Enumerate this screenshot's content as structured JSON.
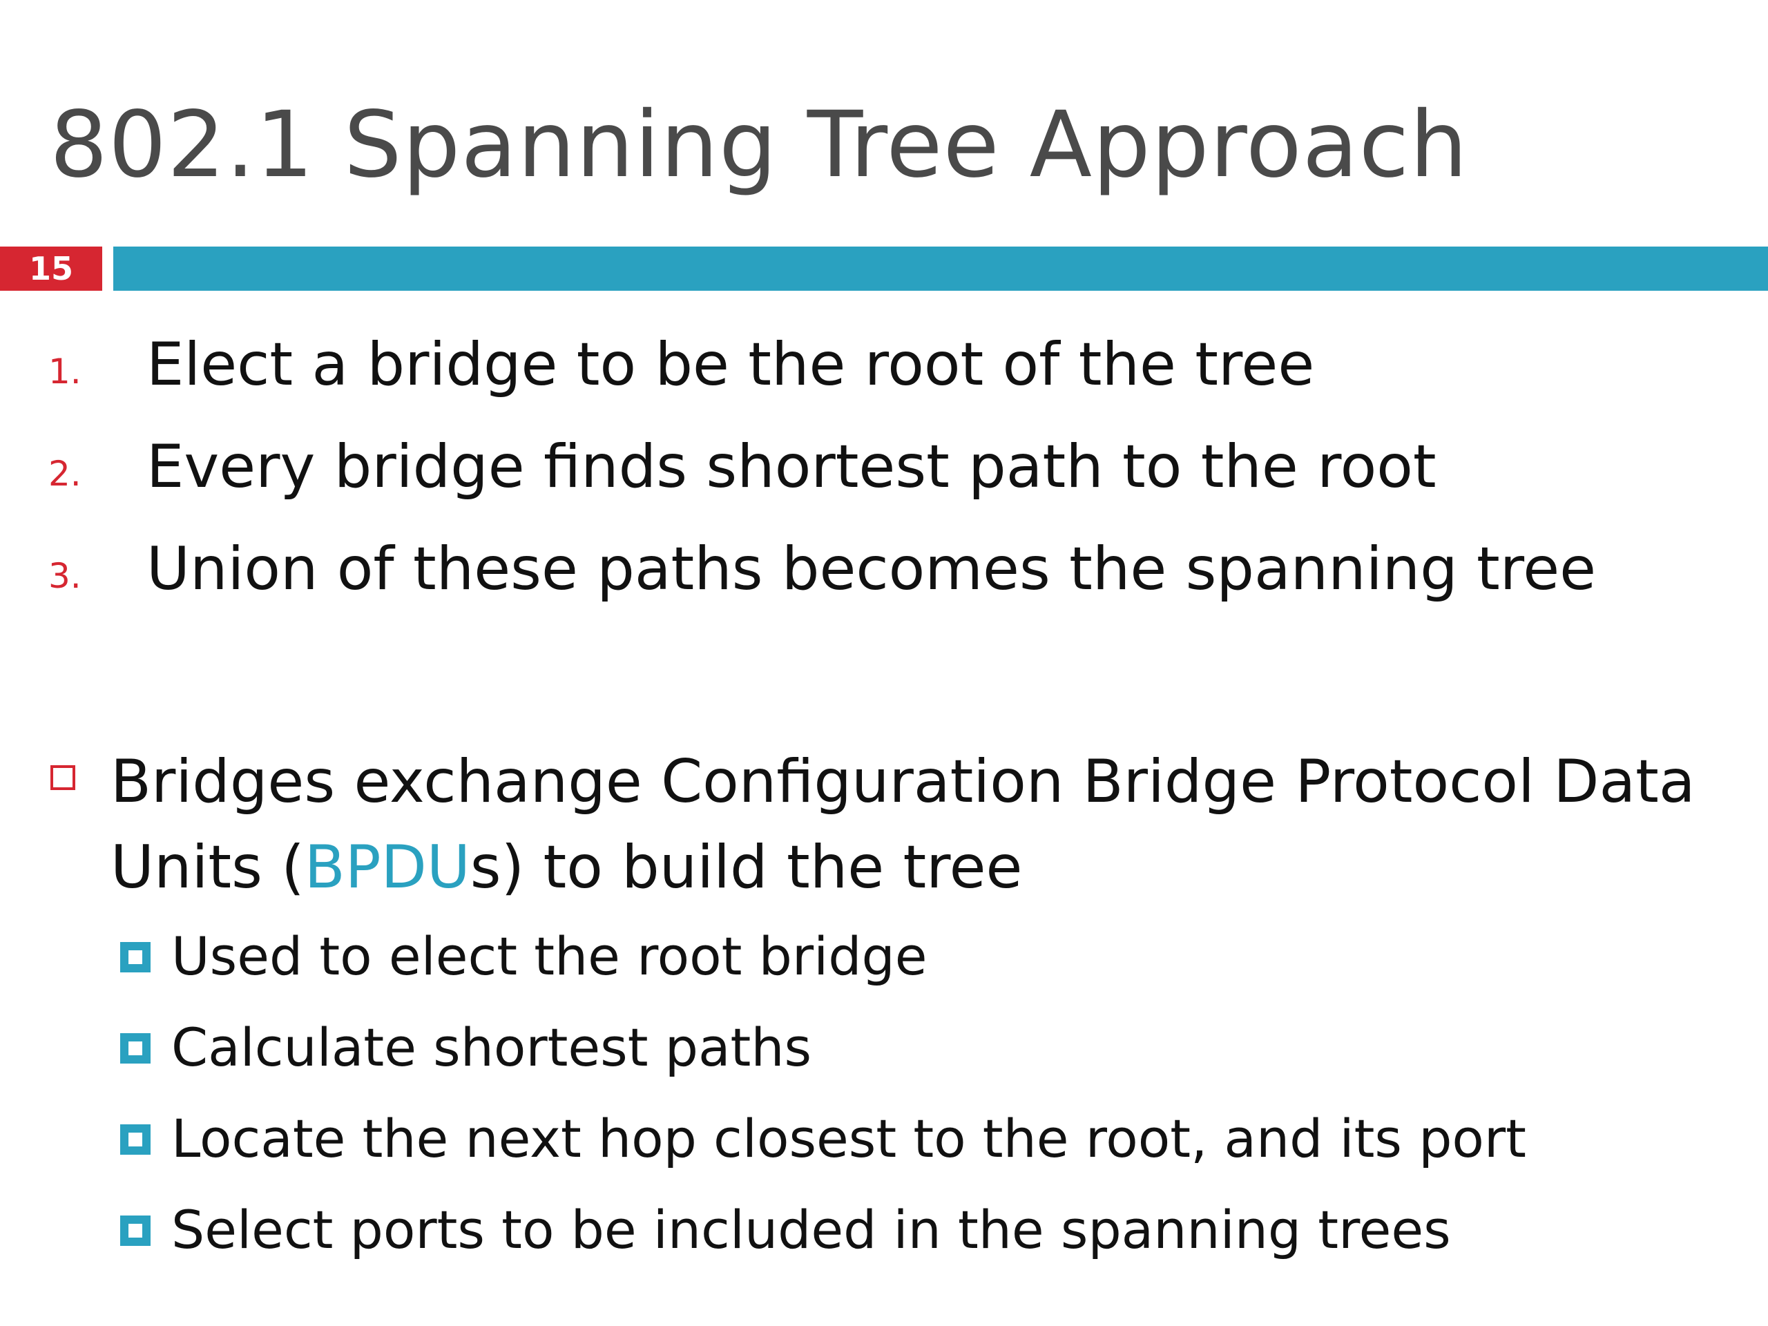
{
  "slide": {
    "title": "802.1 Spanning Tree Approach",
    "number": "15",
    "colors": {
      "accent_red": "#d62631",
      "accent_teal": "#2aa1c0",
      "title_gray": "#4a4a4a"
    }
  },
  "steps": [
    {
      "marker": "1.",
      "text": "Elect a bridge to be the root of the tree"
    },
    {
      "marker": "2.",
      "text": "Every bridge finds shortest path to the root"
    },
    {
      "marker": "3.",
      "text": "Union of these paths becomes the spanning tree"
    }
  ],
  "main_bullet": {
    "icon": "hollow-square-bullet-icon",
    "text_before": "Bridges exchange Configuration Bridge Protocol Data Units (",
    "highlight": "BPDU",
    "text_after": "s) to build the tree"
  },
  "sub_bullets": {
    "icon": "square-bullet-icon",
    "items": [
      "Used to elect the root bridge",
      "Calculate shortest paths",
      "Locate the next hop closest to the root, and its port",
      "Select ports to be included in the spanning trees"
    ]
  }
}
